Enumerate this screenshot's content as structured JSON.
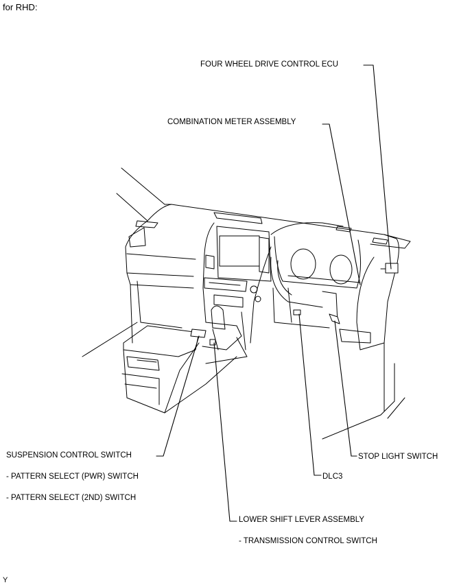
{
  "header": {
    "title": "for RHD:"
  },
  "callouts": {
    "four_wheel_drive_ecu": "FOUR WHEEL DRIVE CONTROL ECU",
    "combination_meter": "COMBINATION METER ASSEMBLY",
    "suspension_control_switch": "SUSPENSION CONTROL SWITCH",
    "pattern_select_pwr": "- PATTERN SELECT (PWR) SWITCH",
    "pattern_select_2nd": "- PATTERN SELECT (2ND) SWITCH",
    "stop_light_switch": "STOP LIGHT SWITCH",
    "dlc3": "DLC3",
    "lower_shift_lever": "LOWER SHIFT LEVER ASSEMBLY",
    "transmission_control_switch": "- TRANSMISSION CONTROL SWITCH"
  },
  "footer": {
    "code": "Y"
  }
}
